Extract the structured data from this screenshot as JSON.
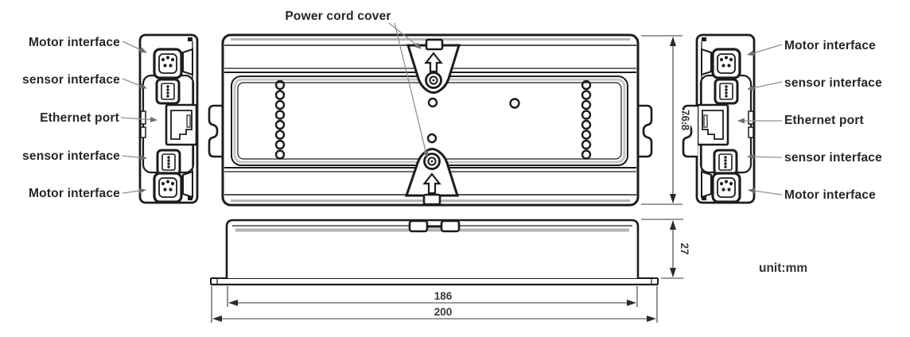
{
  "diagram": {
    "power_cover_label": "Power cord cover",
    "unit_note": "unit:mm",
    "ports": {
      "left": [
        "Motor interface",
        "sensor interface",
        "Ethernet port",
        "sensor interface",
        "Motor interface"
      ],
      "right": [
        "Motor interface",
        "sensor interface",
        "Ethernet port",
        "sensor interface",
        "Motor interface"
      ]
    },
    "dimensions": {
      "overall_height_mm": "76.8",
      "cover_height_mm": "27",
      "body_width_mm": "186",
      "overall_width_mm": "200"
    },
    "colors": {
      "line": "#1c1c1c",
      "leader": "#8f8f8f",
      "dimension": "#3a3a3a",
      "gray_accent": "#b3b3b3",
      "background": "#ffffff"
    }
  }
}
